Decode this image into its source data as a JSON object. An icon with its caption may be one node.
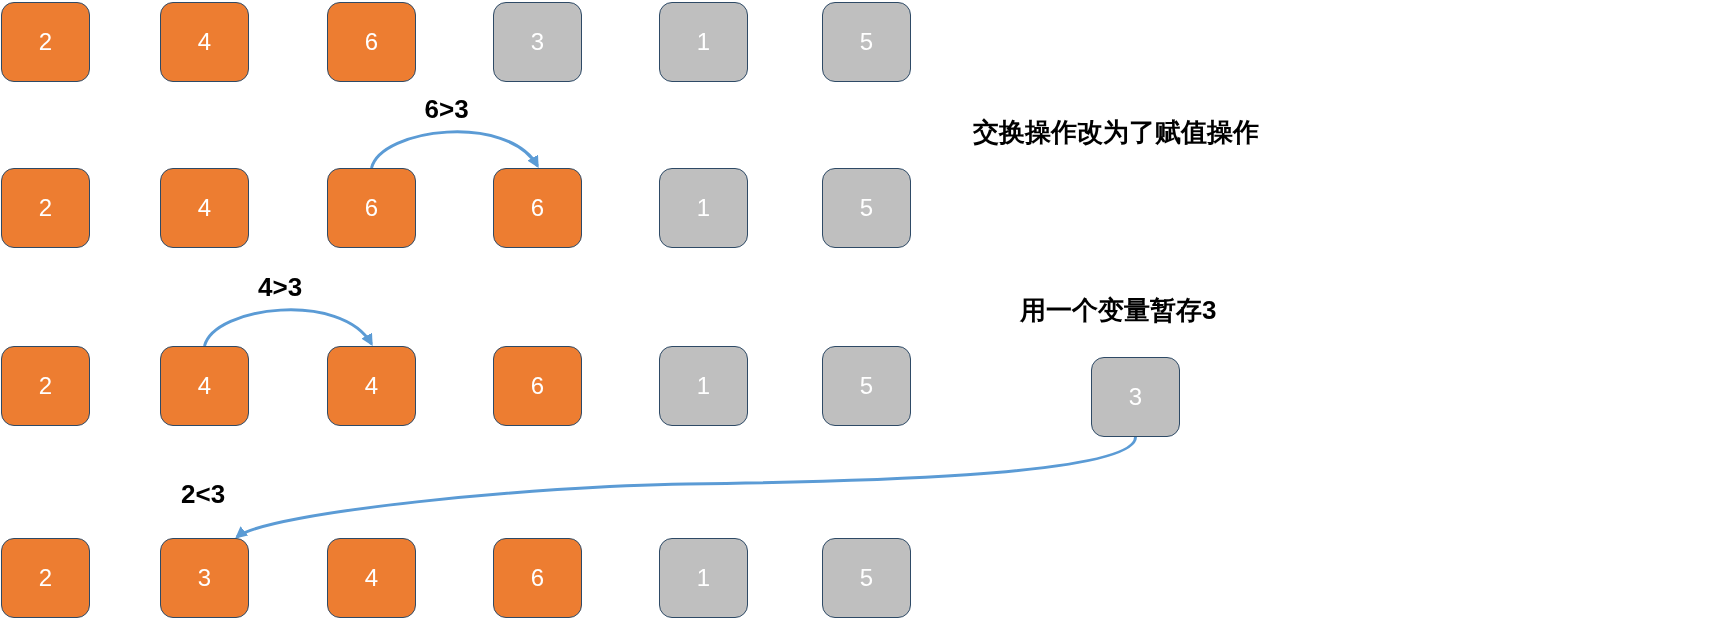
{
  "diagram": {
    "nodes": [
      {
        "text": [
          "2"
        ]
      },
      {
        "text": [
          "4"
        ]
      },
      {
        "text": [
          "6"
        ]
      },
      {
        "text": [
          "3"
        ]
      },
      {
        "text": [
          "1"
        ]
      },
      {
        "text": [
          "5"
        ]
      },
      {
        "text": [
          "2"
        ]
      },
      {
        "text": [
          "4"
        ]
      },
      {
        "text": [
          "6"
        ]
      },
      {
        "text": [
          "6"
        ]
      },
      {
        "text": [
          "1"
        ]
      },
      {
        "text": [
          "5"
        ]
      },
      {
        "text": [
          "2"
        ]
      },
      {
        "text": [
          "4"
        ]
      },
      {
        "text": [
          "4"
        ]
      },
      {
        "text": [
          "6"
        ]
      },
      {
        "text": [
          "1"
        ]
      },
      {
        "text": [
          "5"
        ]
      },
      {
        "text": [
          "3"
        ],
        "beside": [
          "用一个变量暂存3"
        ]
      },
      {
        "text": [
          "2"
        ]
      },
      {
        "text": [
          "3"
        ]
      },
      {
        "text": [
          "4"
        ]
      },
      {
        "text": [
          "6"
        ]
      },
      {
        "text": [
          "1"
        ]
      },
      {
        "text": [
          "5"
        ]
      }
    ],
    "edges": [
      {
        "from": 8,
        "to": 9,
        "arrow": "to",
        "label": "6>3"
      },
      {
        "from": 13,
        "to": 14,
        "arrow": "to",
        "label": "4>3"
      },
      {
        "from": 18,
        "to": 20,
        "arrow": "to",
        "label": "2<3"
      }
    ],
    "labels": [
      "交换操作改为了赋值操作"
    ]
  }
}
